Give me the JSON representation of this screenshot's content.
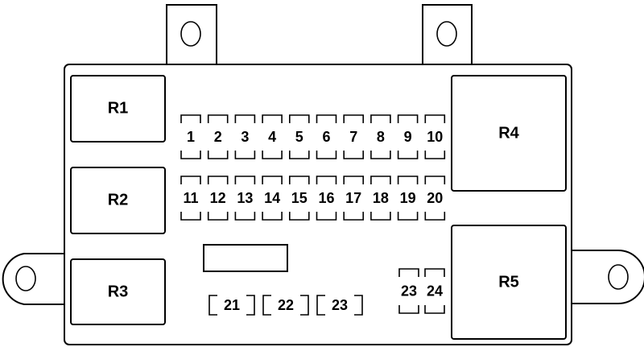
{
  "relays": [
    {
      "id": "r1",
      "label": "R1"
    },
    {
      "id": "r2",
      "label": "R2"
    },
    {
      "id": "r3",
      "label": "R3"
    },
    {
      "id": "r4",
      "label": "R4"
    },
    {
      "id": "r5",
      "label": "R5"
    }
  ],
  "fuses": {
    "row1": [
      "1",
      "2",
      "3",
      "4",
      "5",
      "6",
      "7",
      "8",
      "9",
      "10"
    ],
    "row2": [
      "11",
      "12",
      "13",
      "14",
      "15",
      "16",
      "17",
      "18",
      "19",
      "20"
    ],
    "bottom_horizontal": [
      "21",
      "22",
      "23"
    ],
    "bottom_vertical": [
      "23",
      "24"
    ]
  }
}
